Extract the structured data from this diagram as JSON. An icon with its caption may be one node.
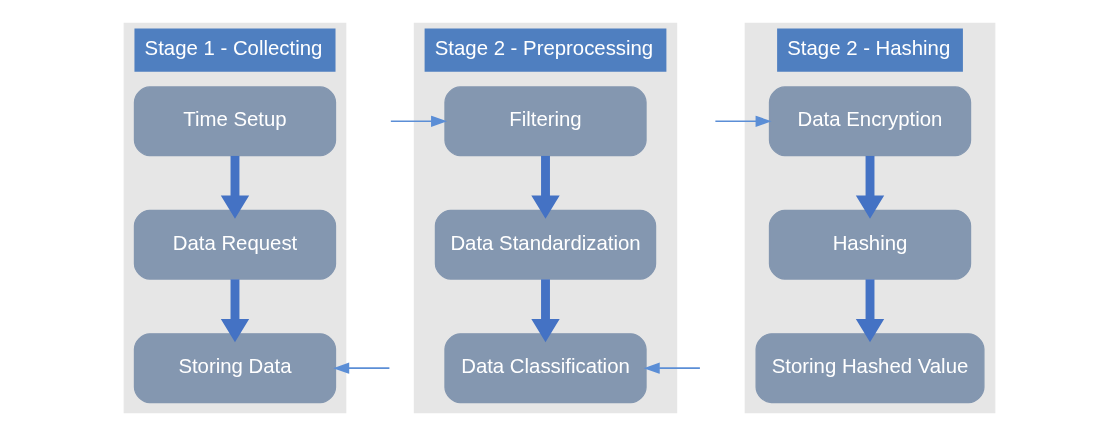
{
  "diagram": {
    "nodes": [
      {
        "text": [
          "Stage 1 - Collecting"
        ]
      },
      {
        "text": [
          "Time Setup"
        ],
        "in": 0
      },
      {
        "text": [
          "Data Request"
        ],
        "in": 0
      },
      {
        "text": [
          "Storing Data"
        ],
        "in": 0
      },
      {
        "text": [
          "Stage 2 - Preprocessing"
        ]
      },
      {
        "text": [
          "Filtering"
        ],
        "in": 4
      },
      {
        "text": [
          "Data Standardization"
        ],
        "in": 4
      },
      {
        "text": [
          "Data Classification"
        ],
        "in": 4
      },
      {
        "text": [
          "Stage 2 - Hashing"
        ]
      },
      {
        "text": [
          "Data Encryption"
        ],
        "in": 8
      },
      {
        "text": [
          "Hashing"
        ],
        "in": 8
      },
      {
        "text": [
          "Storing Hashed Value"
        ],
        "in": 8
      }
    ],
    "edges": [
      {
        "from": 1,
        "to": 2,
        "arrow": "to"
      },
      {
        "from": 2,
        "to": 3,
        "arrow": "to"
      },
      {
        "from": null,
        "to": 5,
        "arrow": "to",
        "color": "#5b8ed6"
      },
      {
        "from": 5,
        "to": 6,
        "arrow": "to"
      },
      {
        "from": 6,
        "to": 7,
        "arrow": "to"
      },
      {
        "from": null,
        "to": 3,
        "arrow": "to",
        "color": "#5b8ed6"
      },
      {
        "from": null,
        "to": 9,
        "arrow": "to",
        "color": "#5b8ed6"
      },
      {
        "from": 9,
        "to": 10,
        "arrow": "to"
      },
      {
        "from": 10,
        "to": 11,
        "arrow": "to"
      },
      {
        "from": null,
        "to": 7,
        "arrow": "to",
        "color": "#5b8ed6"
      }
    ]
  }
}
